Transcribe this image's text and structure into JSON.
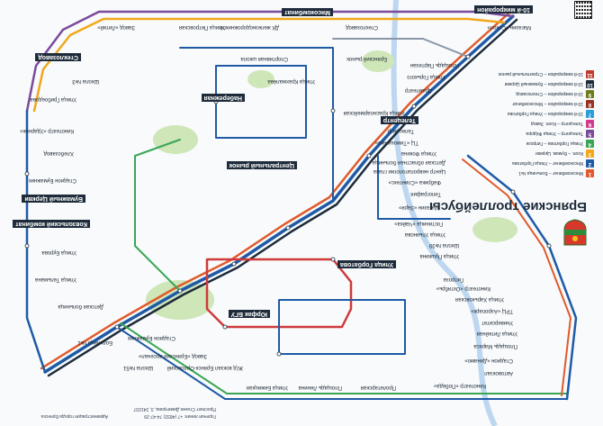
{
  "title": "Брянские троллейбусы",
  "legend": [
    {
      "num": "1",
      "color": "#e05a2b",
      "text": "Мясокомбинат – Больница №1"
    },
    {
      "num": "2",
      "color": "#1f5aa6",
      "text": "Мясокомбинат – Улица Горбатова"
    },
    {
      "num": "3",
      "color": "#f2a71b",
      "text": "Кооп. – Бумаж. Церкви"
    },
    {
      "num": "4",
      "color": "#3aa655",
      "text": "Улица Горбатова – Гипроза"
    },
    {
      "num": "5",
      "color": "#7a4b9b",
      "text": "Телецентр – Улица Фёдора"
    },
    {
      "num": "6",
      "color": "#d23a8c",
      "text": "Телецентр – Кооп. Завод"
    },
    {
      "num": "7",
      "color": "#2b9fd6",
      "text": "10-й микрорайон – Улица Горбатова"
    },
    {
      "num": "8",
      "color": "#9a3324",
      "text": "10-й микрорайон – Мясокомбинат"
    },
    {
      "num": "9",
      "color": "#6e7b1d",
      "text": "10-й микрорайон – Стеклозавод"
    },
    {
      "num": "10",
      "color": "#1d2b3a",
      "text": "10-й микрорайон – Бумажный Церкви"
    },
    {
      "num": "11",
      "color": "#c0392b",
      "text": "10-й микрорайон – Строительный рынок"
    }
  ],
  "hubs": {
    "h1": "10-й микрорайон",
    "h2": "Стеклозавод",
    "h3": "Ковзольский комбинат",
    "h4": "Бумажный Церкви",
    "h5": "Мясокомбинат",
    "h6": "Телецентр",
    "h7": "Улица Горбатова",
    "h8": "Центральный рынок",
    "h9": "Набережная",
    "h10": "Юрфак БГУ"
  },
  "stops": {
    "s1": "Магазин «Сокол»",
    "s2": "Площадь Партизан",
    "s3": "Улица Горького",
    "s4": "Драмтеатр",
    "s5": "Улица Красноармейская",
    "s6": "Телецентр",
    "s7": "ТЦ «Тимошенко»",
    "s8": "Улица Фокина",
    "s9": "Детская областная больница",
    "s10": "Центр невропатологии глаза",
    "s11": "Фабрика «Спинтекс»",
    "s12": "Типография",
    "s13": "Магазин «Заря»",
    "s14": "Гостиница «Чайка»",
    "s15": "Улица Ульянова",
    "s16": "Школа №39",
    "s17": "Улица Пушкина",
    "s18": "Гипроза",
    "s19": "Кинотеатр «Октябрь»",
    "s20": "Улица Харьковская",
    "s21": "ТРЦ «Аэропарк»",
    "s22": "Университет",
    "s23": "Улица Литейная",
    "s24": "Площадь Маркса",
    "s25": "Стадион «Динамо»",
    "s26": "Автовокзал",
    "s27": "Кинотеатр «Победа»",
    "s28": "Пролетарская",
    "s29": "Площадь Ленина",
    "s30": "Улица Бежицкая",
    "s31": "Ж/д вокзал Брянск-Орловский",
    "s32": "Завод «Брянский арсенал»",
    "s33": "Стадион Бумажник",
    "s34": "Школа №51",
    "s35": "Больница №1",
    "s36": "Детская больница",
    "s37": "Улица Тельмана",
    "s38": "Улица Бурова",
    "s39": "Стадион Бумажник",
    "s40": "Хлебозавод",
    "s41": "Кинотеатр «Ударник»",
    "s42": "Улица Грибоедова",
    "s43": "Школа №3",
    "s44": "Завод «Литий»",
    "s45": "Улица Петровская",
    "s46": "ДК железнодорожников",
    "s47": "Стеклозавод",
    "s48": "Брянский рынок",
    "s49": "Улица Крахмалёва",
    "s50": "Спортивная школа"
  },
  "footer": {
    "line1": "Горячая линия: +7 (4832) 74-47-29",
    "line2": "Проспект Станке Димитрова, 3, 241037",
    "line3": "Администрация города Брянска"
  },
  "colors": {
    "line_blue": "#1f5aa6",
    "line_orange": "#e05a2b",
    "line_yellow": "#f2a71b",
    "line_green": "#3aa655",
    "line_purple": "#7a4b9b",
    "line_dark": "#1d2b3a",
    "line_red": "#d03a3a",
    "park_green": "#cfe6b9"
  }
}
